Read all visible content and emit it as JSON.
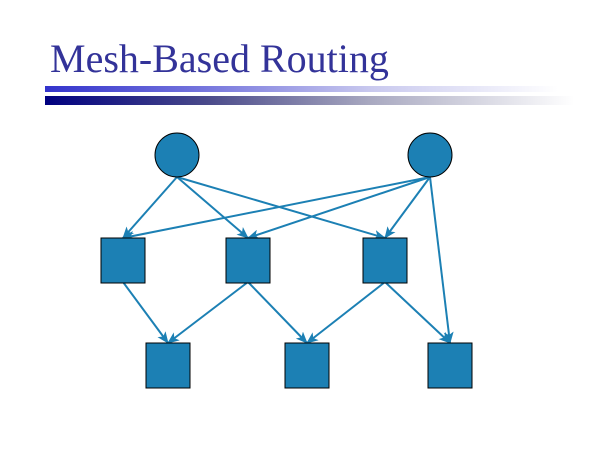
{
  "slide": {
    "title": "Mesh-Based Routing"
  },
  "colors": {
    "title": "#333399",
    "node_fill": "#1c80b4",
    "edge": "#1c80b4",
    "outline": "#000000"
  },
  "diagram": {
    "nodes": [
      {
        "id": "source1",
        "shape": "circle"
      },
      {
        "id": "source2",
        "shape": "circle"
      },
      {
        "id": "mid1",
        "shape": "square"
      },
      {
        "id": "mid2",
        "shape": "square"
      },
      {
        "id": "mid3",
        "shape": "square"
      },
      {
        "id": "dest1",
        "shape": "square"
      },
      {
        "id": "dest2",
        "shape": "square"
      },
      {
        "id": "dest3",
        "shape": "square"
      }
    ],
    "edges": [
      [
        "source1",
        "mid1"
      ],
      [
        "source1",
        "mid2"
      ],
      [
        "source1",
        "mid3"
      ],
      [
        "source2",
        "mid1"
      ],
      [
        "source2",
        "mid2"
      ],
      [
        "source2",
        "mid3"
      ],
      [
        "source2",
        "dest3"
      ],
      [
        "mid1",
        "dest1"
      ],
      [
        "mid2",
        "dest1"
      ],
      [
        "mid2",
        "dest2"
      ],
      [
        "mid3",
        "dest2"
      ],
      [
        "mid3",
        "dest3"
      ]
    ]
  }
}
